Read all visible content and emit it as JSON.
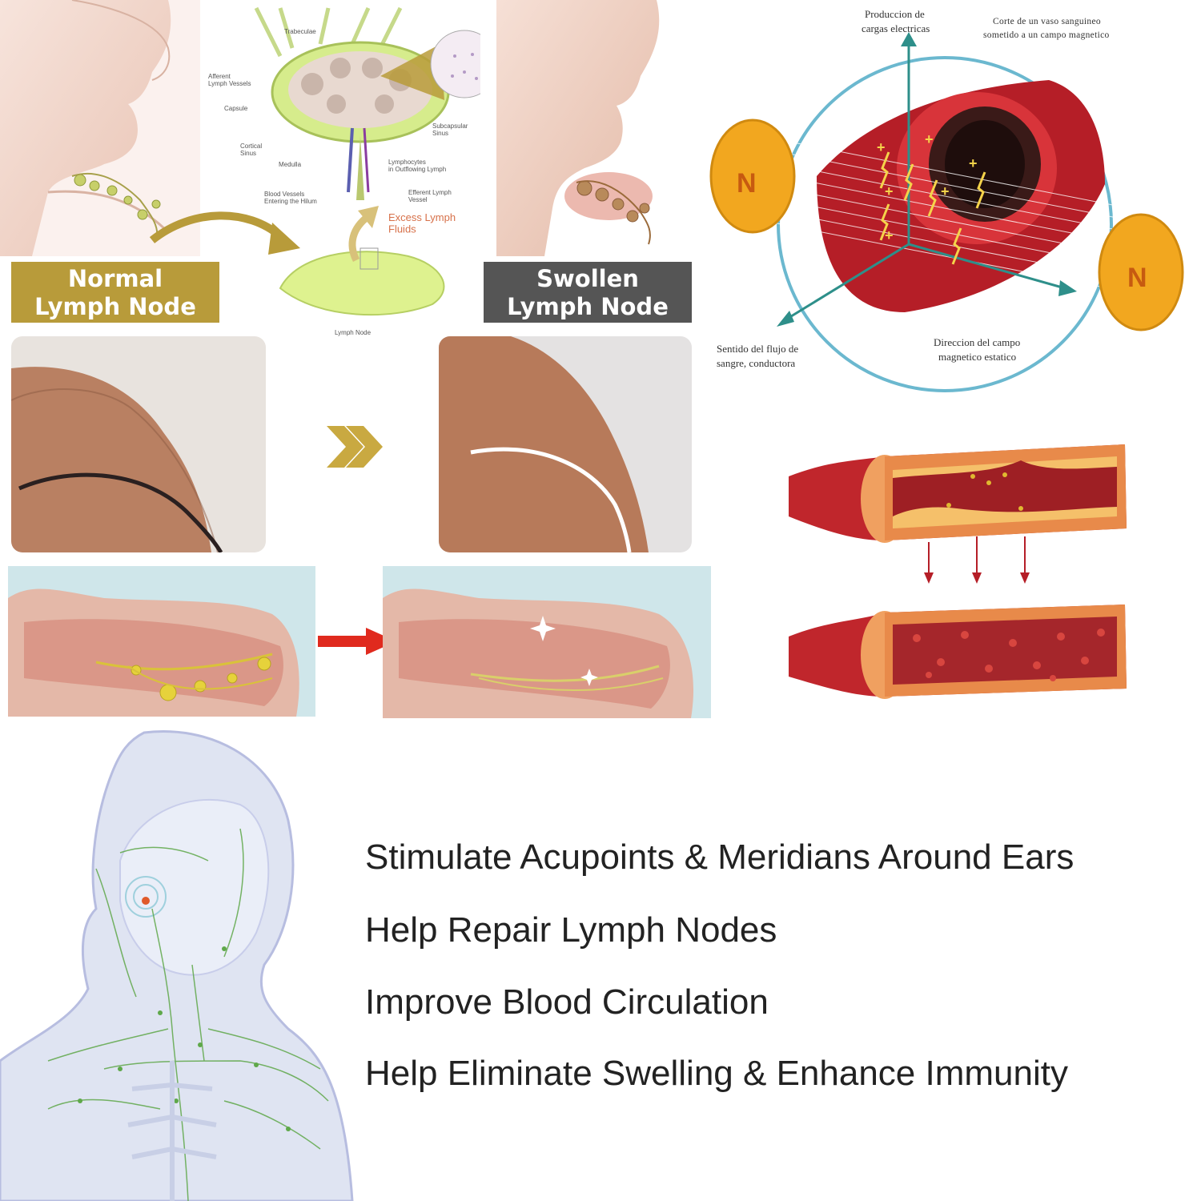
{
  "lymph_diagram": {
    "labels": {
      "trabeculae": "Trabeculae",
      "afferent": "Afferent\nLymph Vessels",
      "capsule": "Capsule",
      "cortical": "Cortical\nSinus",
      "medulla": "Medulla",
      "blood": "Blood Vessels\nEntering the Hilum",
      "subcapsular": "Subcapsular\nSinus",
      "lymphocytes": "Lymphocytes\nin Outflowing Lymph",
      "efferent": "Efferent Lymph\nVessel",
      "node": "Lymph Node"
    },
    "excess": "Excess Lymph\nFluids"
  },
  "normal_label": [
    "Normal",
    "Lymph Node"
  ],
  "swollen_label": [
    "Swollen",
    "Lymph Node"
  ],
  "magnet_diagram": {
    "title": [
      "Corte de un vaso sanguineo",
      "sometido a un campo magnetico"
    ],
    "top_label": [
      "Produccion de",
      "cargas electricas"
    ],
    "left_label": [
      "Sentido del flujo de",
      "sangre, conductora"
    ],
    "right_label": [
      "Direccion del campo",
      "magnetico estatico"
    ],
    "magnet_letter": "N"
  },
  "benefits": [
    "Stimulate Acupoints & Meridians Around Ears",
    "Help Repair Lymph Nodes",
    "Improve Blood Circulation",
    "Help Eliminate Swelling & Enhance Immunity"
  ],
  "colors": {
    "gold": "#b89b3a",
    "dark_gray": "#555555",
    "skin": "#c79a7c",
    "vessel_red": "#c0262c",
    "magnet": "#f2a71f",
    "circle": "#6bb8cf",
    "lymph_green": "#7bbf3a"
  }
}
